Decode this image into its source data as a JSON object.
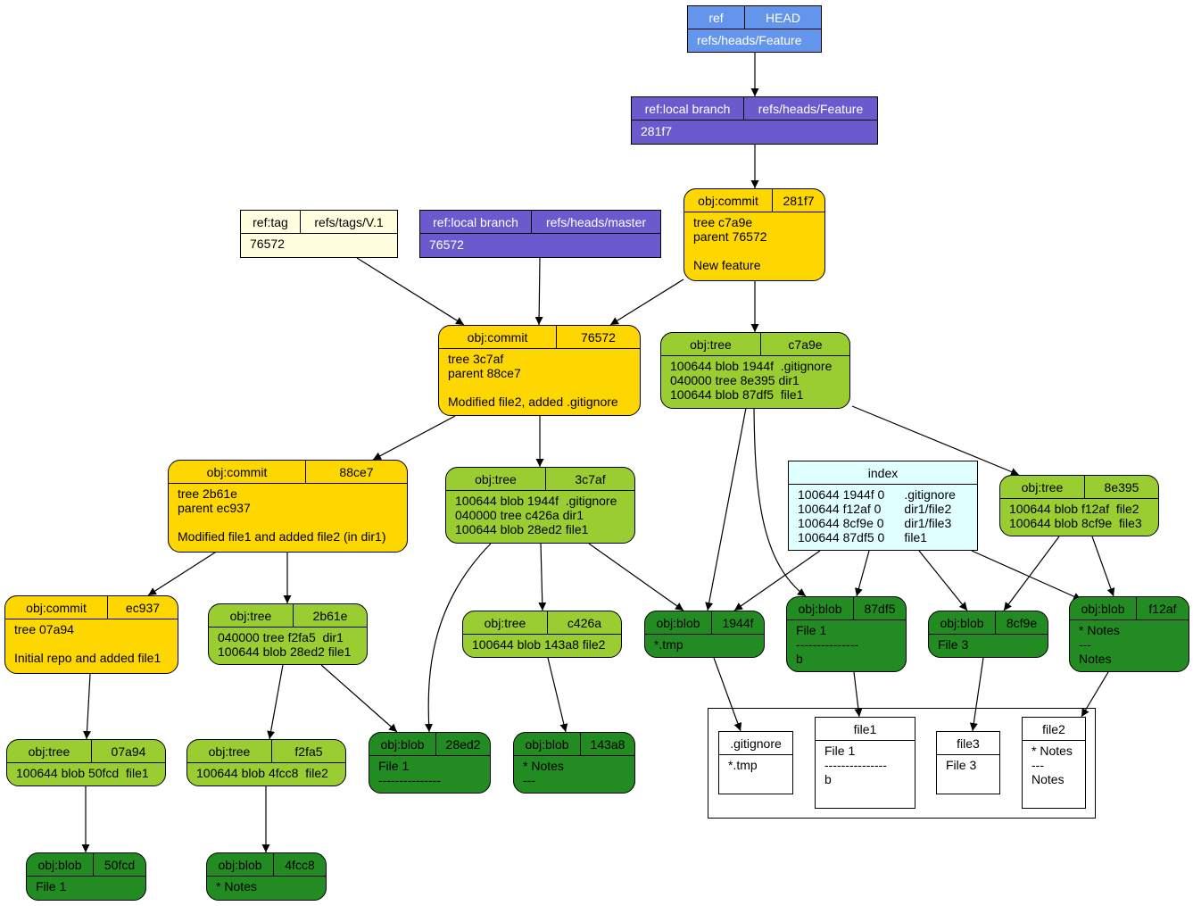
{
  "colors": {
    "ref": "#6495ed",
    "branch": "#6a5acd",
    "tag": "#ffffe0",
    "commit": "#ffd700",
    "tree": "#9acd32",
    "blob": "#228b22",
    "index": "#e0ffff",
    "file": "#ffffff"
  },
  "nodes": {
    "head": {
      "type": "ref:",
      "name": "HEAD",
      "value": "refs/heads/Feature",
      "label_left": "ref"
    },
    "feature_branch": {
      "label_left": "ref:local branch",
      "label_right": "refs/heads/Feature",
      "value": "281f7"
    },
    "master_branch": {
      "label_left": "ref:local branch",
      "label_right": "refs/heads/master",
      "value": "76572"
    },
    "tag_v1": {
      "label_left": "ref:tag",
      "label_right": "refs/tags/V.1",
      "value": "76572"
    },
    "commit_281f7": {
      "label_left": "obj:commit",
      "label_right": "281f7",
      "body": "tree c7a9e\nparent 76572\n\nNew feature"
    },
    "commit_76572": {
      "label_left": "obj:commit",
      "label_right": "76572",
      "body": "tree 3c7af\nparent 88ce7\n\nModified file2, added .gitignore"
    },
    "commit_88ce7": {
      "label_left": "obj:commit",
      "label_right": "88ce7",
      "body": "tree 2b61e\nparent ec937\n\nModified file1 and added file2 (in dir1)"
    },
    "commit_ec937": {
      "label_left": "obj:commit",
      "label_right": "ec937",
      "body": "tree 07a94\n\nInitial repo and added file1"
    },
    "tree_c7a9e": {
      "label_left": "obj:tree",
      "label_right": "c7a9e",
      "body": "100644 blob 1944f  .gitignore\n040000 tree 8e395 dir1\n100644 blob 87df5  file1"
    },
    "tree_3c7af": {
      "label_left": "obj:tree",
      "label_right": "3c7af",
      "body": "100644 blob 1944f  .gitignore\n040000 tree c426a dir1\n100644 blob 28ed2 file1"
    },
    "tree_8e395": {
      "label_left": "obj:tree",
      "label_right": "8e395",
      "body": "100644 blob f12af  file2\n100644 blob 8cf9e  file3"
    },
    "tree_2b61e": {
      "label_left": "obj:tree",
      "label_right": "2b61e",
      "body": "040000 tree f2fa5  dir1\n100644 blob 28ed2 file1"
    },
    "tree_c426a": {
      "label_left": "obj:tree",
      "label_right": "c426a",
      "body": "100644 blob 143a8 file2"
    },
    "tree_07a94": {
      "label_left": "obj:tree",
      "label_right": "07a94",
      "body": "100644 blob 50fcd  file1"
    },
    "tree_f2fa5": {
      "label_left": "obj:tree",
      "label_right": "f2fa5",
      "body": "100644 blob 4fcc8  file2"
    },
    "index": {
      "label": "index",
      "col1": "100644 1944f 0\n100644 f12af 0\n100644 8cf9e 0\n100644 87df5 0",
      "col2": ".gitignore\ndir1/file2\ndir1/file3\nfile1"
    },
    "blob_1944f": {
      "label_left": "obj:blob",
      "label_right": "1944f",
      "body": "*.tmp"
    },
    "blob_87df5": {
      "label_left": "obj:blob",
      "label_right": "87df5",
      "body": "File 1\n---------------\nb"
    },
    "blob_8cf9e": {
      "label_left": "obj:blob",
      "label_right": "8cf9e",
      "body": "File 3"
    },
    "blob_f12af": {
      "label_left": "obj:blob",
      "label_right": "f12af",
      "body": "* Notes\n---\nNotes"
    },
    "blob_28ed2": {
      "label_left": "obj:blob",
      "label_right": "28ed2",
      "body": "File 1\n---------------"
    },
    "blob_143a8": {
      "label_left": "obj:blob",
      "label_right": "143a8",
      "body": "* Notes\n---"
    },
    "blob_50fcd": {
      "label_left": "obj:blob",
      "label_right": "50fcd",
      "body": "File 1"
    },
    "blob_4fcc8": {
      "label_left": "obj:blob",
      "label_right": "4fcc8",
      "body": "* Notes"
    },
    "file_gitignore": {
      "label": ".gitignore",
      "body": "*.tmp"
    },
    "file_file1": {
      "label": "file1",
      "body": "File 1\n---------------\nb"
    },
    "file_file3": {
      "label": "file3",
      "body": "File 3"
    },
    "file_file2": {
      "label": "file2",
      "body": "* Notes\n---\nNotes"
    }
  }
}
